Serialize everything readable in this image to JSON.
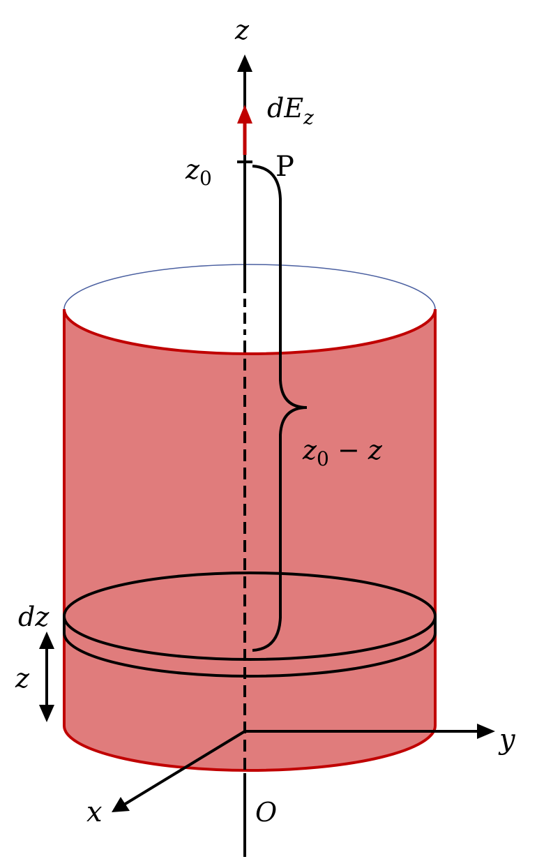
{
  "labels": {
    "z_axis": "z",
    "y_axis": "y",
    "x_axis": "x",
    "origin": "O",
    "field_main": "dE",
    "field_sub": "z",
    "z0_main": "z",
    "z0_sub": "0",
    "point": "P",
    "dist_z": "z",
    "dist_sub": "0",
    "dist_rest": " − z",
    "dz": "dz",
    "height": "z"
  },
  "colors": {
    "cylinder_fill": "#e07c7c",
    "cylinder_edge": "#c00000",
    "field_arrow": "#c00000",
    "axis": "#000000",
    "top_face": "#ffffff"
  }
}
